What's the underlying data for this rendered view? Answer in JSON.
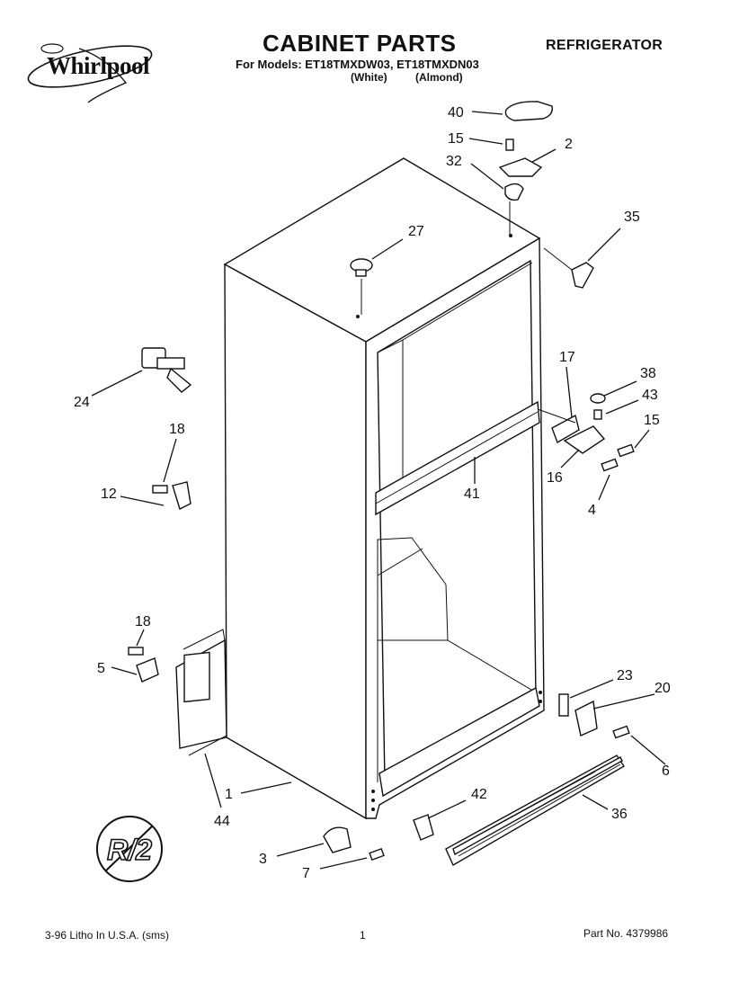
{
  "header": {
    "brand": "Whirlpool",
    "title": "CABINET PARTS",
    "models": "For Models: ET18TMXDW03, ET18TMXDN03",
    "finish_white": "(White)",
    "finish_almond": "(Almond)",
    "category": "REFRIGERATOR"
  },
  "callouts": {
    "c1": "1",
    "c2": "2",
    "c3": "3",
    "c4": "4",
    "c5": "5",
    "c6": "6",
    "c7": "7",
    "c12": "12",
    "c15a": "15",
    "c15b": "15",
    "c16": "16",
    "c17": "17",
    "c18a": "18",
    "c18b": "18",
    "c20": "20",
    "c23": "23",
    "c24": "24",
    "c27": "27",
    "c32": "32",
    "c35": "35",
    "c36": "36",
    "c38": "38",
    "c40": "40",
    "c41": "41",
    "c42": "42",
    "c43": "43",
    "c44": "44"
  },
  "badge": {
    "text": "R/2"
  },
  "footer": {
    "print": "3-96 Litho In U.S.A. (sms)",
    "page": "1",
    "part_no": "Part No. 4379986"
  }
}
